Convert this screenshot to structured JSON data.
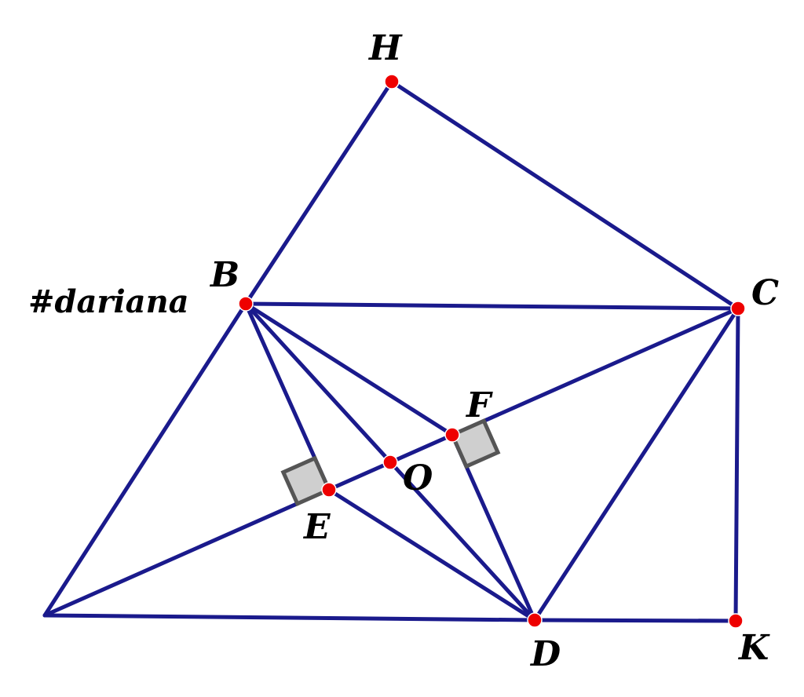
{
  "watermark": "#dariana",
  "points": [
    {
      "id": "H",
      "label": "H"
    },
    {
      "id": "B",
      "label": "B"
    },
    {
      "id": "C",
      "label": "C"
    },
    {
      "id": "F",
      "label": "F"
    },
    {
      "id": "O",
      "label": "O"
    },
    {
      "id": "E",
      "label": "E"
    },
    {
      "id": "D",
      "label": "D"
    },
    {
      "id": "K",
      "label": "K"
    },
    {
      "id": "A",
      "label": ""
    }
  ],
  "segments": [
    [
      "A",
      "B"
    ],
    [
      "B",
      "H"
    ],
    [
      "H",
      "C"
    ],
    [
      "B",
      "C"
    ],
    [
      "C",
      "K"
    ],
    [
      "A",
      "D"
    ],
    [
      "D",
      "K"
    ],
    [
      "C",
      "D"
    ],
    [
      "A",
      "C"
    ],
    [
      "B",
      "D"
    ],
    [
      "B",
      "E"
    ],
    [
      "B",
      "F"
    ],
    [
      "E",
      "D"
    ],
    [
      "F",
      "D"
    ]
  ],
  "right_angle_marks": [
    "E",
    "F"
  ]
}
